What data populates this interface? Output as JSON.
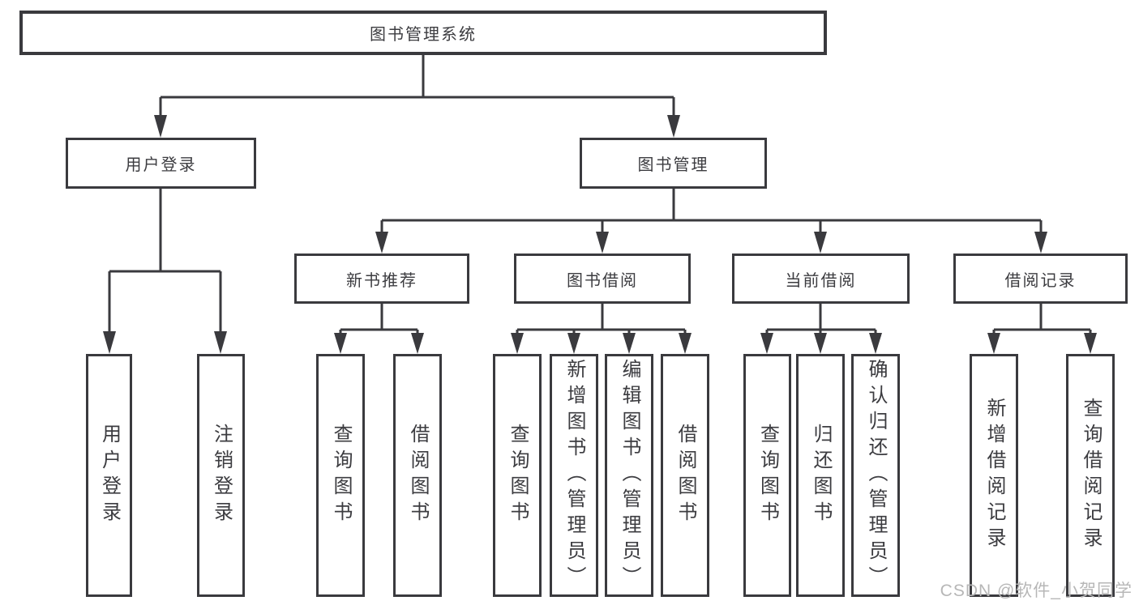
{
  "root": {
    "label": "图书管理系统"
  },
  "level2": [
    {
      "label": "用户登录"
    },
    {
      "label": "图书管理"
    }
  ],
  "level3": [
    {
      "label": "新书推荐"
    },
    {
      "label": "图书借阅"
    },
    {
      "label": "当前借阅"
    },
    {
      "label": "借阅记录"
    }
  ],
  "leaves": [
    {
      "label": "用户登录"
    },
    {
      "label": "注销登录"
    },
    {
      "label": "查询图书"
    },
    {
      "label": "借阅图书"
    },
    {
      "label": "查询图书"
    },
    {
      "label": "新增图书（管理员）"
    },
    {
      "label": "编辑图书（管理员）"
    },
    {
      "label": "借阅图书"
    },
    {
      "label": "查询图书"
    },
    {
      "label": "归还图书"
    },
    {
      "label": "确认归还（管理员）"
    },
    {
      "label": "新增借阅记录"
    },
    {
      "label": "查询借阅记录"
    }
  ],
  "watermark": "CSDN @软件_小贺同学",
  "colors": {
    "line": "#3a3a3e",
    "text": "#3c3c40",
    "watermark": "#b7b7b7",
    "background": "#ffffff"
  }
}
